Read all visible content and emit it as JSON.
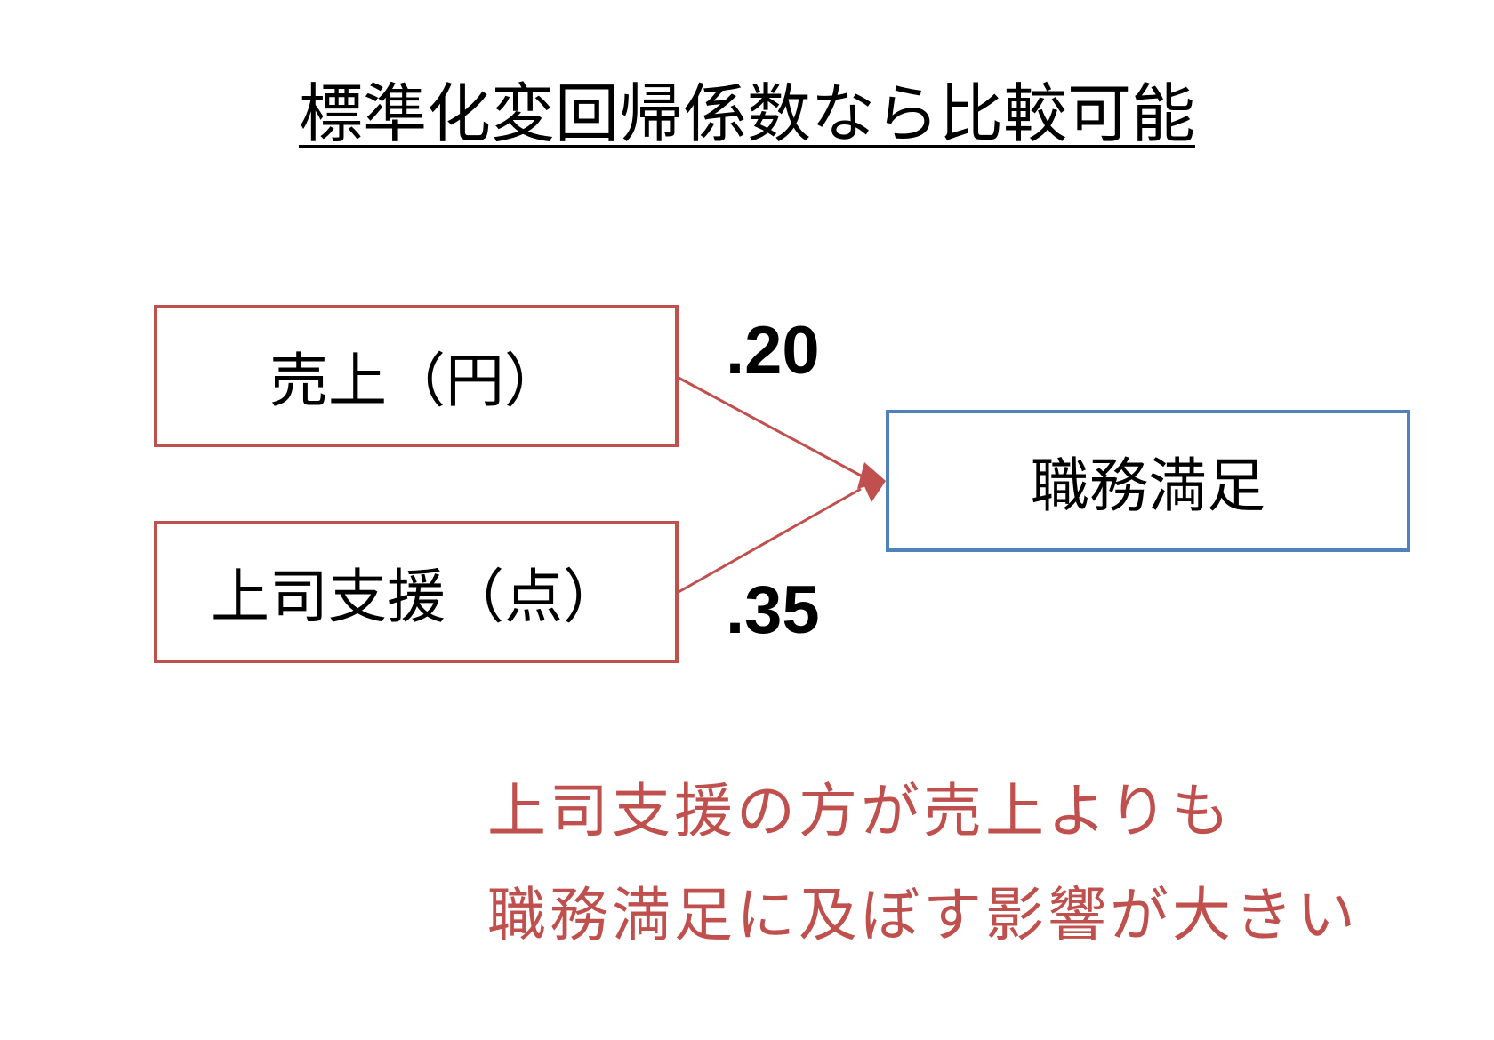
{
  "title": "標準化変回帰係数なら比較可能",
  "diagram": {
    "predictors": [
      {
        "label": "売上（円）",
        "coefficient": ".20"
      },
      {
        "label": "上司支援（点）",
        "coefficient": ".35"
      }
    ],
    "outcome": {
      "label": "職務満足"
    },
    "colors": {
      "predictor_border": "#c0504d",
      "outcome_border": "#4f81bd",
      "arrow": "#c0504d"
    }
  },
  "conclusion": {
    "line1": "上司支援の方が売上よりも",
    "line2": "職務満足に及ぼす影響が大きい",
    "color": "#c0504d"
  }
}
